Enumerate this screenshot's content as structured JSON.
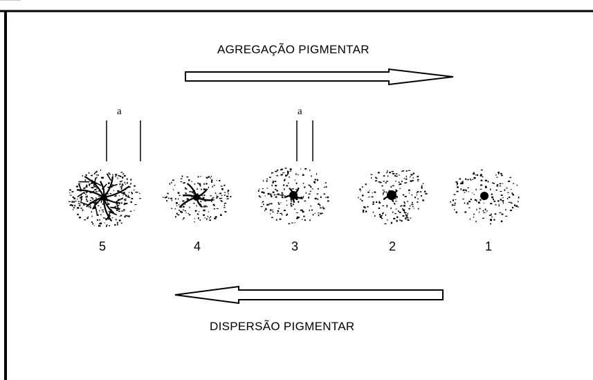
{
  "diagram": {
    "top_label": "AGREGAÇÃO PIGMENTAR",
    "bottom_label": "DISPERSÃO PIGMENTAR",
    "marker_label_left": "a",
    "marker_label_center": "a",
    "cells": [
      {
        "stage": "5"
      },
      {
        "stage": "4"
      },
      {
        "stage": "3"
      },
      {
        "stage": "2"
      },
      {
        "stage": "1"
      }
    ],
    "colors": {
      "ink": "#000000",
      "background": "#ffffff"
    }
  }
}
